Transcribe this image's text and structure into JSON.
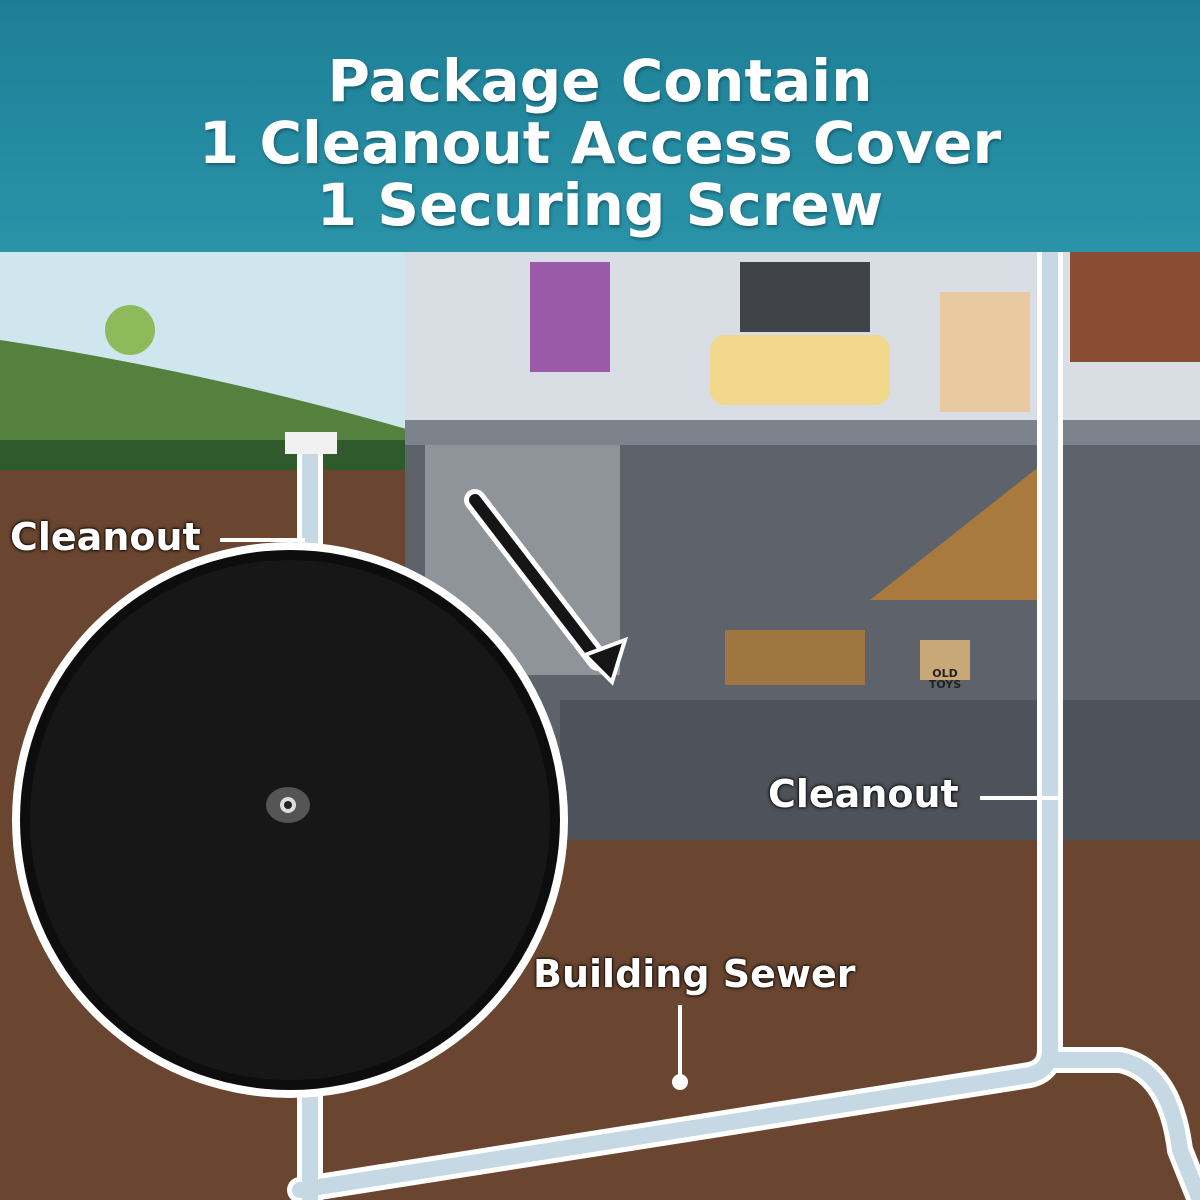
{
  "banner": {
    "line1": "Package Contain",
    "line2": "1 Cleanout Access Cover",
    "line3": "1 Securing Screw"
  },
  "labels": {
    "cleanout_left": "Cleanout",
    "cleanout_right": "Cleanout",
    "building_sewer": "Building Sewer"
  },
  "toy_box_text": "OLD TOYS",
  "colors": {
    "banner": "#2288a0",
    "soil": "#6a4630",
    "pipe": "#c5d8e4",
    "cover": "#0d0d0d"
  }
}
